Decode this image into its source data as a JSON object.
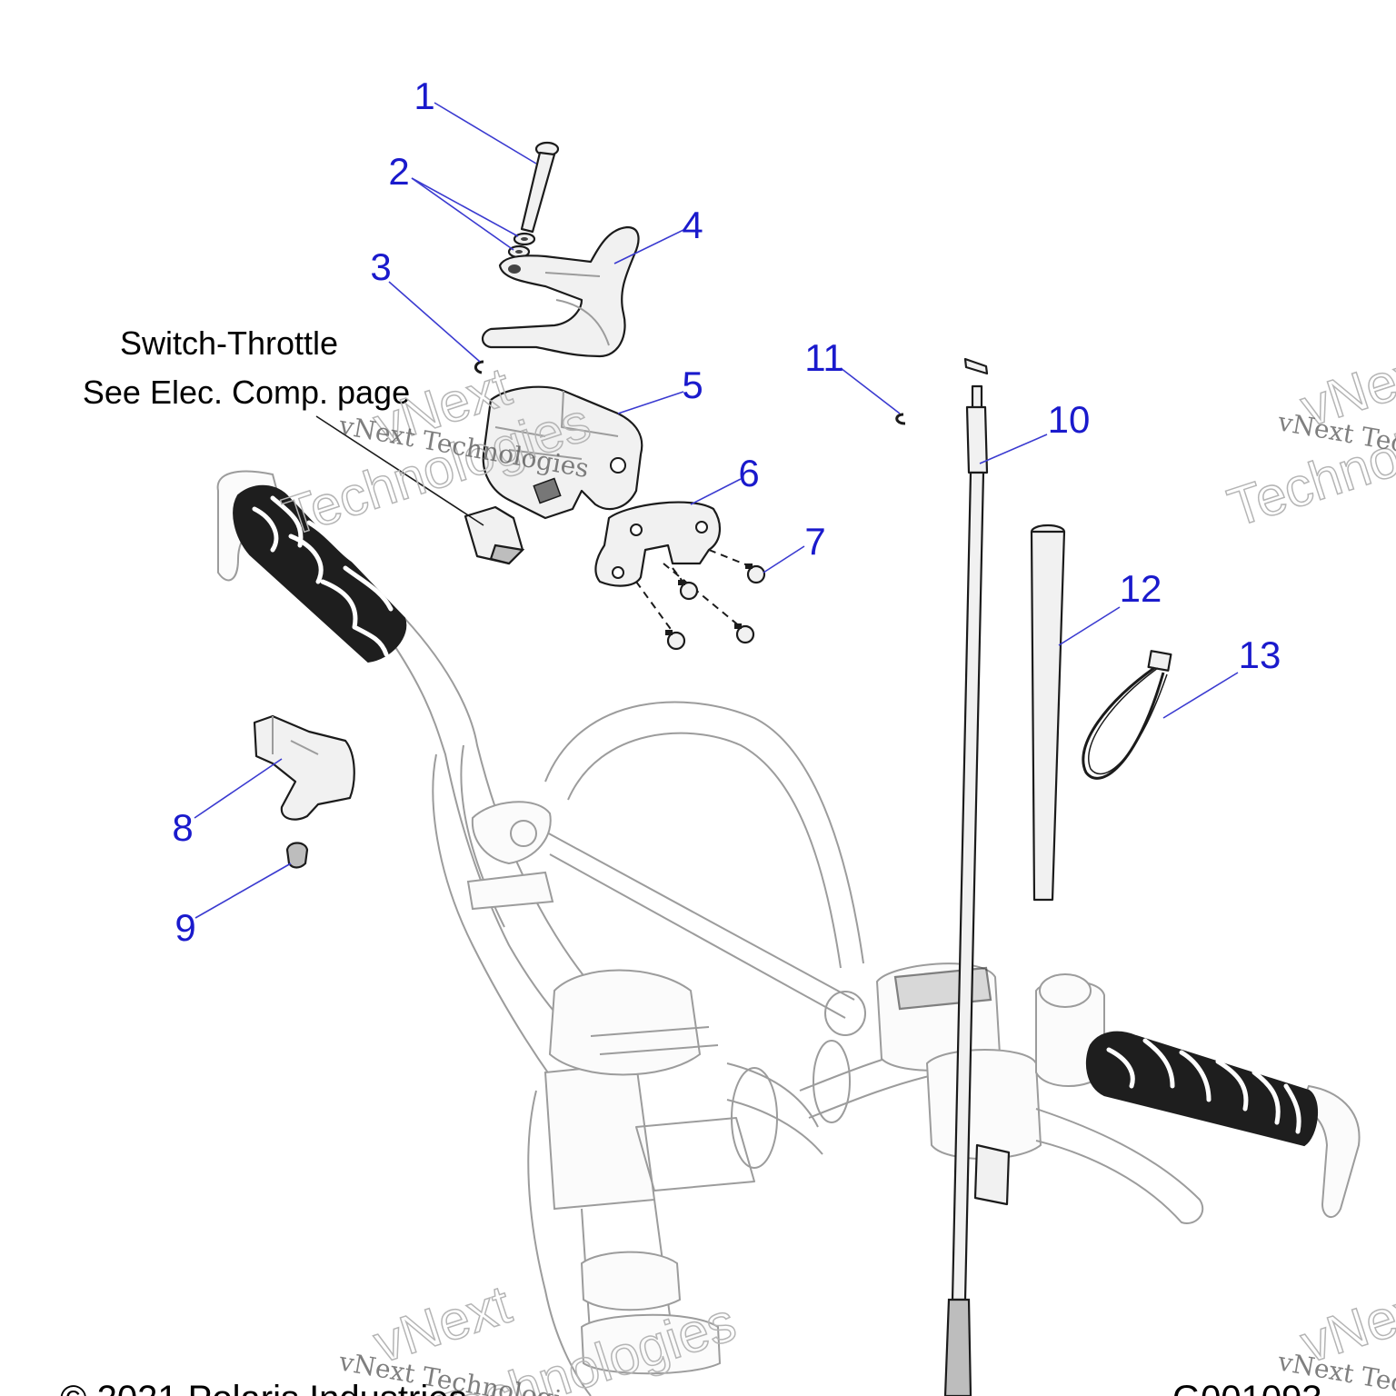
{
  "callouts": [
    "1",
    "2",
    "3",
    "4",
    "5",
    "6",
    "7",
    "8",
    "9",
    "10",
    "11",
    "12",
    "13"
  ],
  "note": {
    "line1": "Switch-Throttle",
    "line2": "See Elec. Comp. page"
  },
  "watermark": {
    "serif": "vNext Technologies",
    "outline_word1": "vNext",
    "outline_word2": "Technologies"
  },
  "footer": {
    "copyright": "© 2021 Polaris Industries",
    "code": "G001093"
  },
  "colors": {
    "callout": "#1a1acc",
    "line": "#1b1b1b",
    "ghost": "#9c9c9c"
  }
}
